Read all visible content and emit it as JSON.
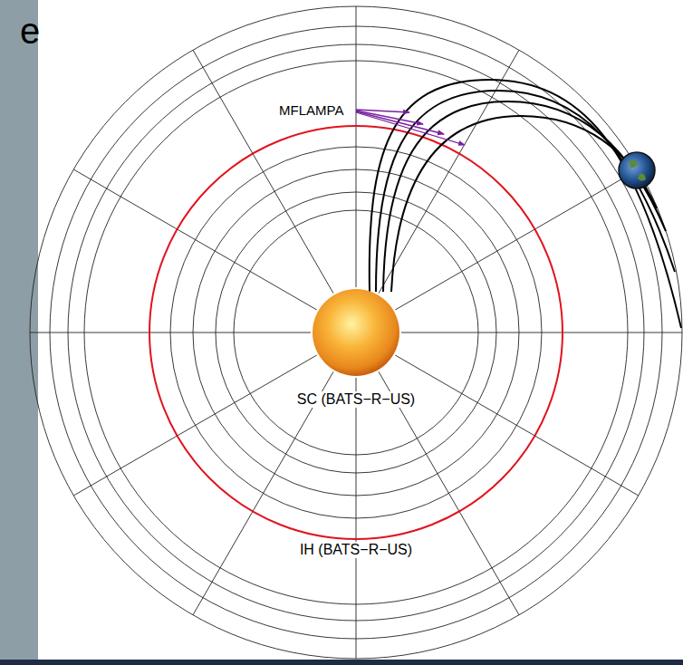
{
  "diagram": {
    "labels": [
      "e",
      "MFLAMPA",
      "SC (BATS−R−US)",
      "IH (BATS−R−US)"
    ]
  }
}
